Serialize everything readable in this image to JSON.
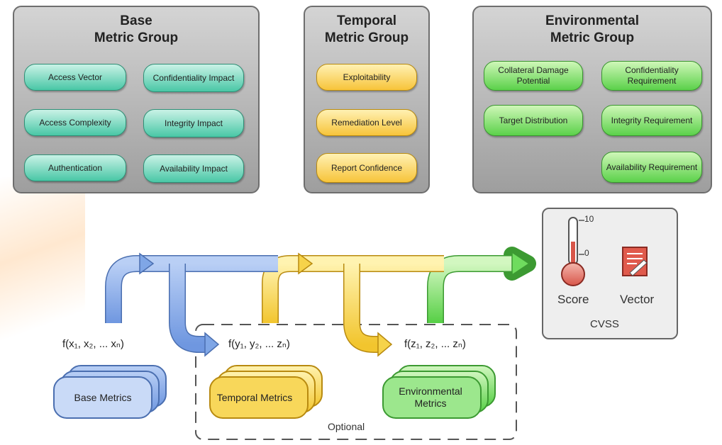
{
  "groups": {
    "base": {
      "title_line1": "Base",
      "title_line2": "Metric Group",
      "items": [
        "Access Vector",
        "Confidentiality Impact",
        "Access Complexity",
        "Integrity Impact",
        "Authentication",
        "Availability Impact"
      ]
    },
    "temporal": {
      "title_line1": "Temporal",
      "title_line2": "Metric Group",
      "items": [
        "Exploitability",
        "Remediation Level",
        "Report Confidence"
      ]
    },
    "environmental": {
      "title_line1": "Environmental",
      "title_line2": "Metric Group",
      "items": [
        "Collateral Damage Potential",
        "Confidentiality Requirement",
        "Target Distribution",
        "Integrity Requirement",
        "Availability Requirement"
      ]
    }
  },
  "flow": {
    "formulas": {
      "base": "f(x₁, x₂, ... xₙ)",
      "temporal": "f(y₁, y₂, ... zₙ)",
      "environmental": "f(z₁, z₂, ... zₙ)"
    },
    "stacks": {
      "base": "Base Metrics",
      "temporal": "Temporal Metrics",
      "environmental": "Environmental Metrics"
    },
    "optional_label": "Optional"
  },
  "cvss": {
    "title": "CVSS",
    "score_label": "Score",
    "vector_label": "Vector",
    "scale_max": "10",
    "scale_min": "0"
  },
  "colors": {
    "base_flow": "#7fa6e6",
    "temporal_flow": "#f6d34a",
    "environmental_flow": "#6fdc5e",
    "base_pill": "#49c7a6",
    "temporal_pill": "#f7c43a",
    "environmental_pill": "#5bd14a",
    "group_box": "#a9a9a9"
  }
}
